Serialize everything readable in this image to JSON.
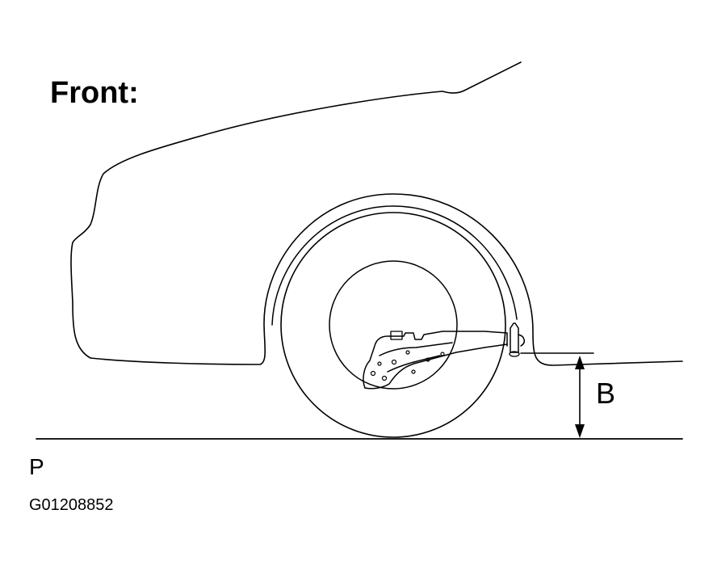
{
  "title": "Front:",
  "dimension_label": "B",
  "reference_label": "P",
  "figure_code": "G01208852",
  "colors": {
    "line": "#000000",
    "background": "#ffffff"
  },
  "icons": [
    "car-body-outline",
    "wheel-arch",
    "tire",
    "wheel-rim",
    "lower-suspension-arm",
    "ball-joint",
    "height-dimension-arrow",
    "ground-line"
  ]
}
